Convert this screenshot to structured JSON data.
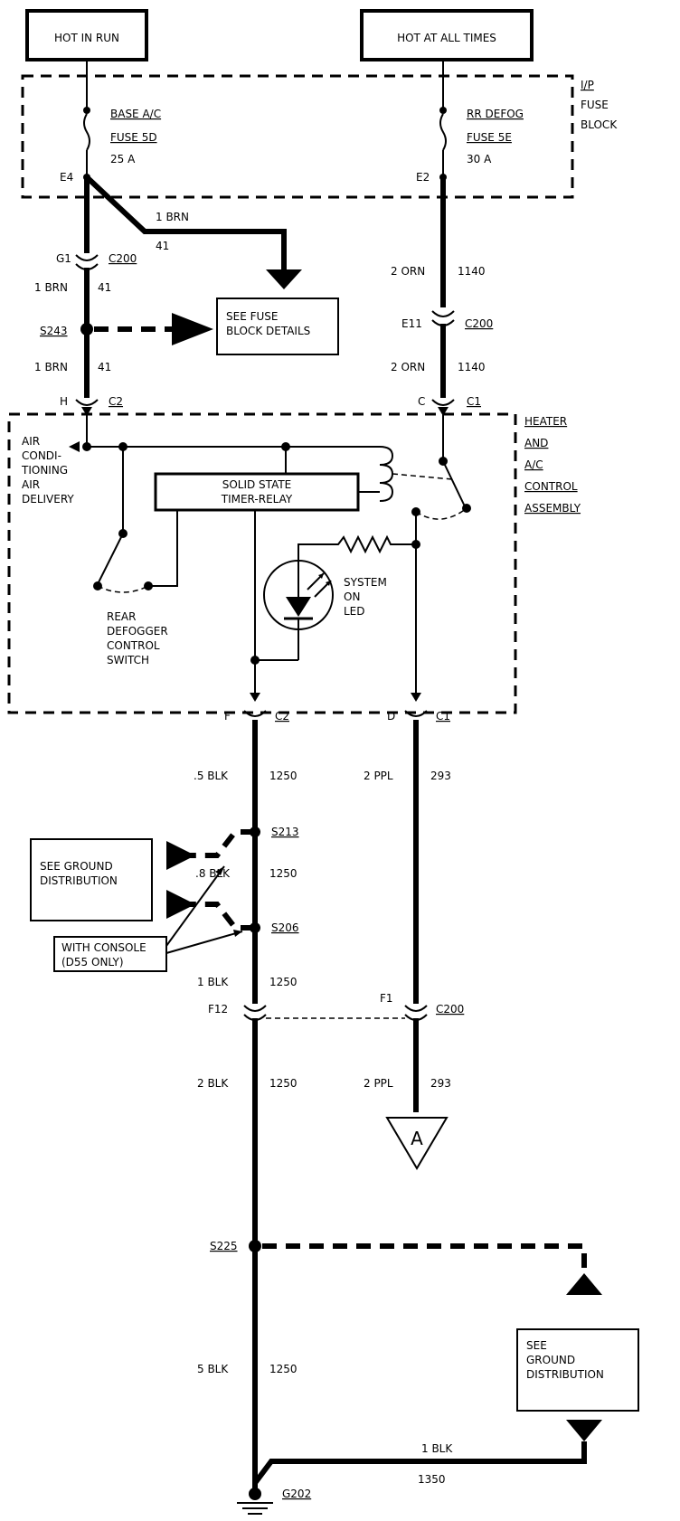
{
  "sources": {
    "hot_in_run": "HOT IN RUN",
    "hot_at_all_times": "HOT AT ALL TIMES"
  },
  "fuse_block": {
    "label_1": "I/P",
    "label_2": "FUSE",
    "label_3": "BLOCK",
    "fuse_a": {
      "line1": "BASE A/C",
      "line2": "FUSE 5D",
      "line3": "25 A",
      "terminal": "E4"
    },
    "fuse_b": {
      "line1": "RR DEFOG",
      "line2": "FUSE 5E",
      "line3": "30 A",
      "terminal": "E2"
    }
  },
  "left_upper": {
    "brn_label": "1 BRN",
    "brn_circuit": "41",
    "g1": "G1",
    "c200": "C200",
    "wire1_color": "1 BRN",
    "wire1_circuit": "41",
    "s243": "S243",
    "see_fuse_1": "SEE FUSE",
    "see_fuse_2": "BLOCK DETAILS",
    "wire2_color": "1 BRN",
    "wire2_circuit": "41",
    "h": "H",
    "c2": "C2"
  },
  "right_upper": {
    "wire1_color": "2 ORN",
    "wire1_circuit": "1140",
    "e11": "E11",
    "c200": "C200",
    "wire2_color": "2 ORN",
    "wire2_circuit": "1140",
    "c": "C",
    "c1": "C1"
  },
  "control_assembly": {
    "label_1": "HEATER",
    "label_2": "AND",
    "label_3": "A/C",
    "label_4": "CONTROL",
    "label_5": "ASSEMBLY",
    "air_1": "AIR",
    "air_2": "CONDI-",
    "air_3": "TIONING",
    "air_4": "AIR",
    "air_5": "DELIVERY",
    "timer_1": "SOLID STATE",
    "timer_2": "TIMER-RELAY",
    "switch_1": "REAR",
    "switch_2": "DEFOGGER",
    "switch_3": "CONTROL",
    "switch_4": "SWITCH",
    "led_1": "SYSTEM",
    "led_2": "ON",
    "led_3": "LED"
  },
  "left_lower": {
    "f": "F",
    "c2": "C2",
    "wire1_color": ".5 BLK",
    "wire1_circuit": "1250",
    "s213": "S213",
    "see_ground_1": "SEE GROUND",
    "see_ground_2": "DISTRIBUTION",
    "branch_color": ".8 BLK",
    "branch_circuit": "1250",
    "s206": "S206",
    "console_1": "WITH CONSOLE",
    "console_2": "(D55 ONLY)",
    "wire2_color": "1 BLK",
    "wire2_circuit": "1250",
    "f12": "F12",
    "wire3_color": "2 BLK",
    "wire3_circuit": "1250",
    "s225": "S225",
    "wire4_color": "5 BLK",
    "wire4_circuit": "1250",
    "ground_wire_color": "1 BLK",
    "ground_wire_circuit": "1350",
    "g202": "G202",
    "see_ground_b1": "SEE",
    "see_ground_b2": "GROUND",
    "see_ground_b3": "DISTRIBUTION"
  },
  "right_lower": {
    "d": "D",
    "c1": "C1",
    "wire1_color": "2 PPL",
    "wire1_circuit": "293",
    "f1": "F1",
    "c200": "C200",
    "wire2_color": "2 PPL",
    "wire2_circuit": "293",
    "off_page": "A"
  }
}
